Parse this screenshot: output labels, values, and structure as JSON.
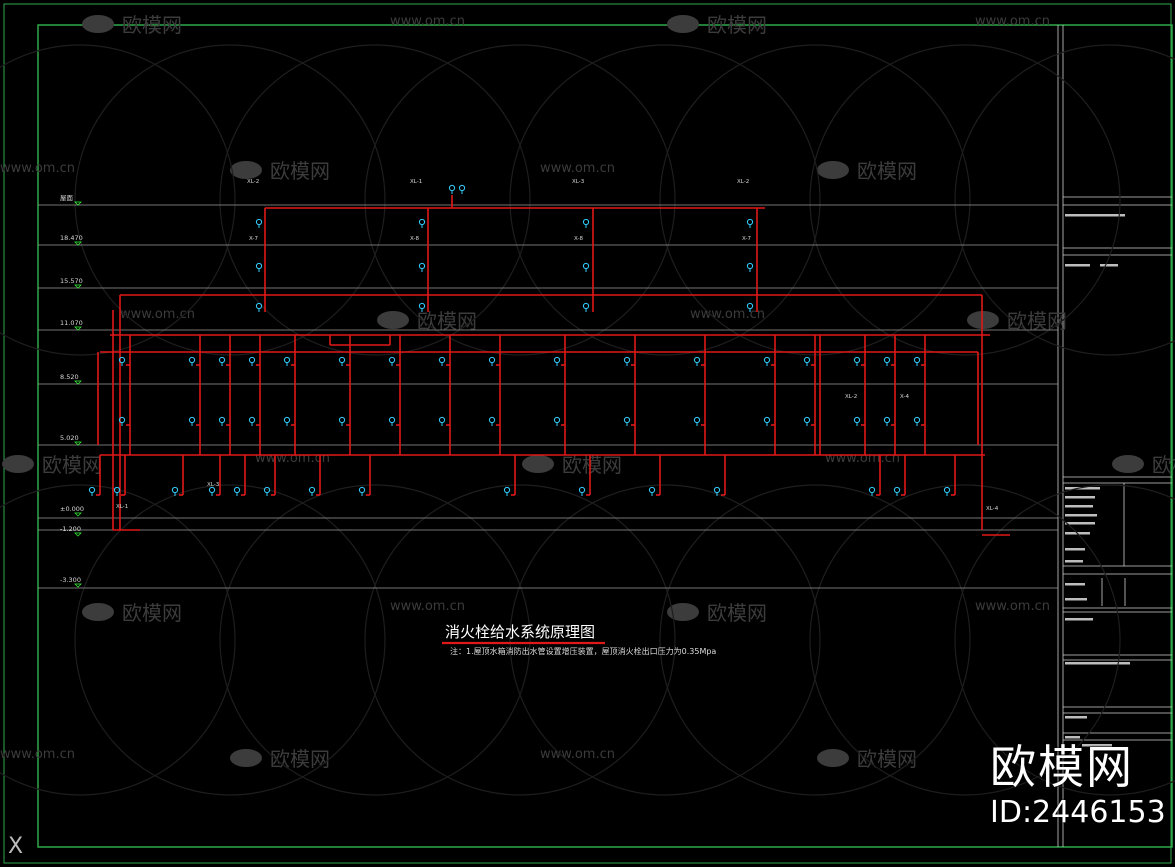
{
  "drawing": {
    "title": "消火栓给水系统原理图",
    "note": "注：1.屋顶水箱消防出水管设置增压装置，屋顶消火栓出口压力为0.35Mpa"
  },
  "levels": [
    {
      "label": "屋面"
    },
    {
      "label": "18.470"
    },
    {
      "label": "15.570"
    },
    {
      "label": "11.070"
    },
    {
      "label": "8.520"
    },
    {
      "label": "5.020"
    },
    {
      "label": "±0.000"
    },
    {
      "label": "-1.200"
    },
    {
      "label": "-3.300"
    }
  ],
  "riser_tags": [
    "XL-2",
    "XL-1",
    "XL-3",
    "XL-2",
    "X-7",
    "X-8",
    "X-8",
    "X-7",
    "XL-1",
    "XL-2",
    "X-4",
    "XL-3",
    "XL-4"
  ],
  "watermark": {
    "logo": "欧模网",
    "url": "www.om.cn"
  },
  "brand": {
    "name": "欧模网",
    "id": "ID:2446153"
  },
  "ucs_icon": "X",
  "colors": {
    "background": "#000000",
    "frame": "#2fa84a",
    "pipe": "#e01818",
    "hydrant": "#35d0ff",
    "level_line": "#9a9a9a",
    "label_green": "#39ff39"
  }
}
